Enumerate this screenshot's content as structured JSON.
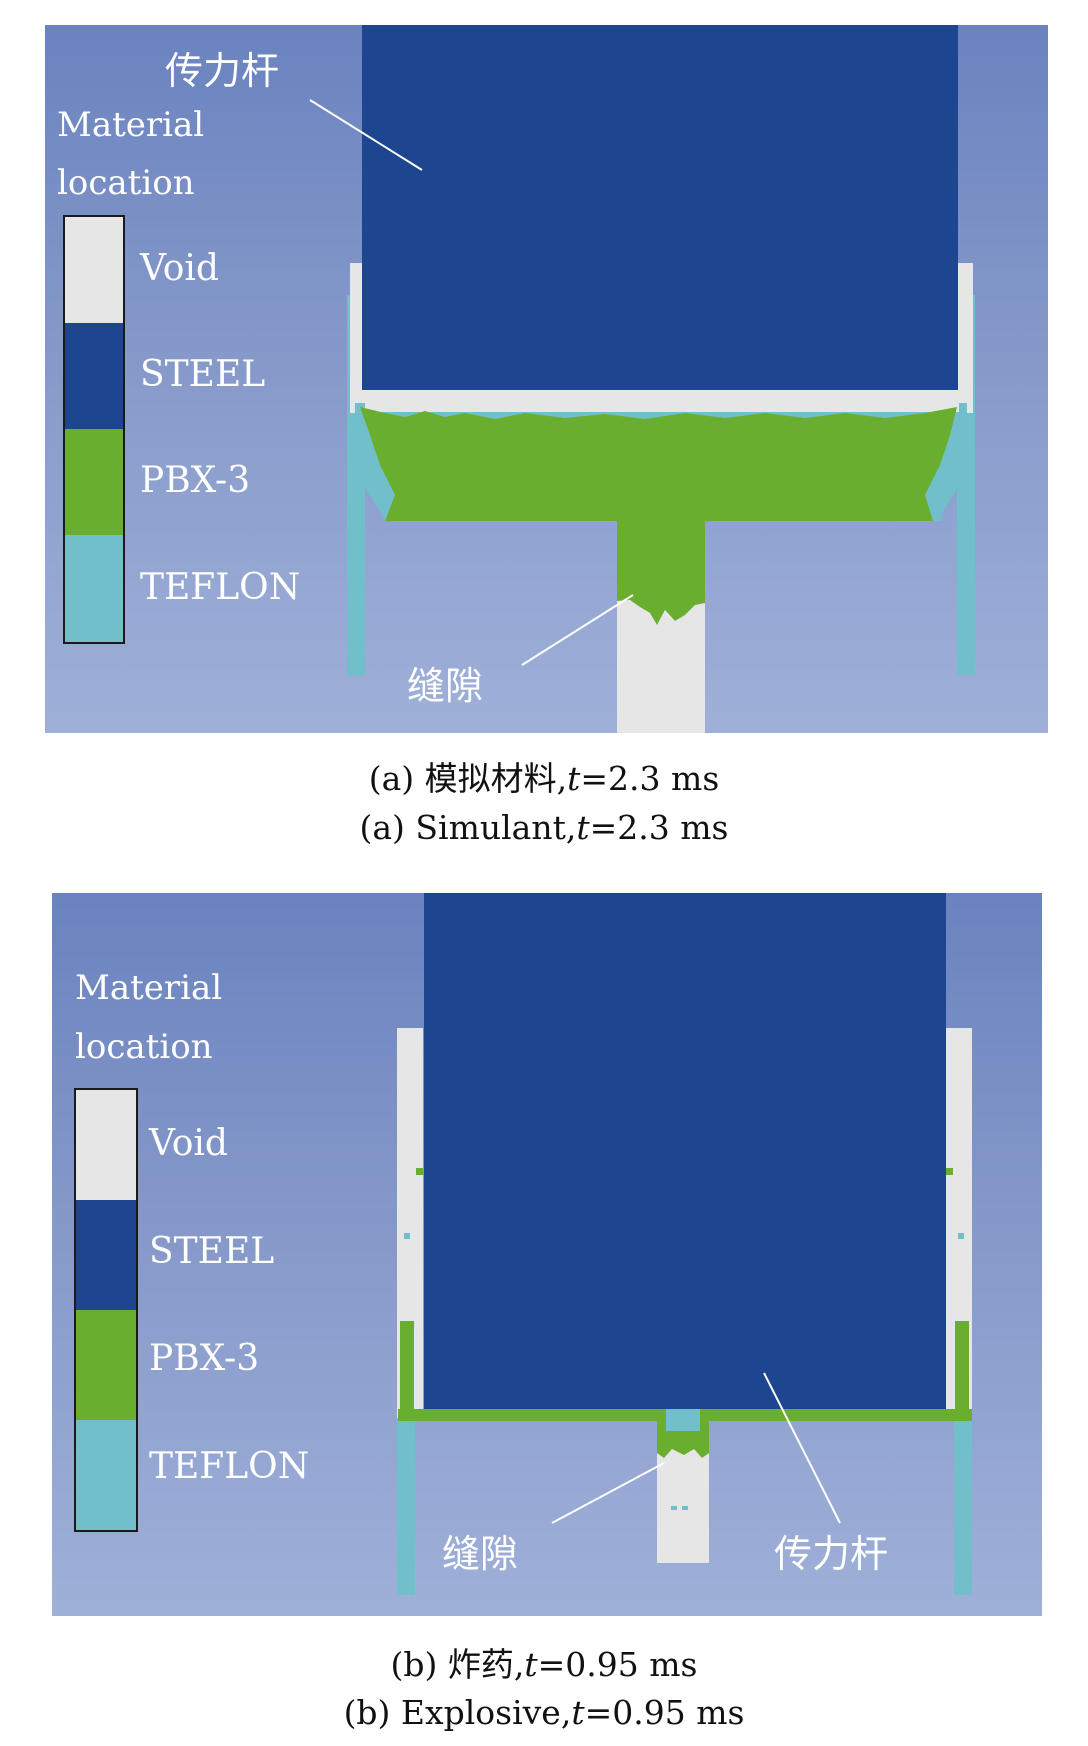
{
  "colors": {
    "void": "#e6e6e6",
    "steel": "#1d4590",
    "pbx": "#6aae30",
    "teflon": "#70bfca",
    "background_top": "#6a83bf",
    "background_bottom": "#9fb0d8"
  },
  "panel_a": {
    "legend_title_1": "Material",
    "legend_title_2": "location",
    "legend": [
      "Void",
      "STEEL",
      "PBX-3",
      "TEFLON"
    ],
    "label_rod": "传力杆",
    "label_gap": "缝隙"
  },
  "panel_b": {
    "legend_title_1": "Material",
    "legend_title_2": "location",
    "legend": [
      "Void",
      "STEEL",
      "PBX-3",
      "TEFLON"
    ],
    "label_rod": "传力杆",
    "label_gap": "缝隙"
  },
  "captions": {
    "a_cn_prefix": "(a) 模拟材料,",
    "a_en_prefix": "(a) Simulant,",
    "a_time": "=2.3 ms",
    "b_cn_prefix": "(b) 炸药,",
    "b_en_prefix": "(b) Explosive,",
    "b_time": "=0.95 ms",
    "t_symbol": "t"
  }
}
